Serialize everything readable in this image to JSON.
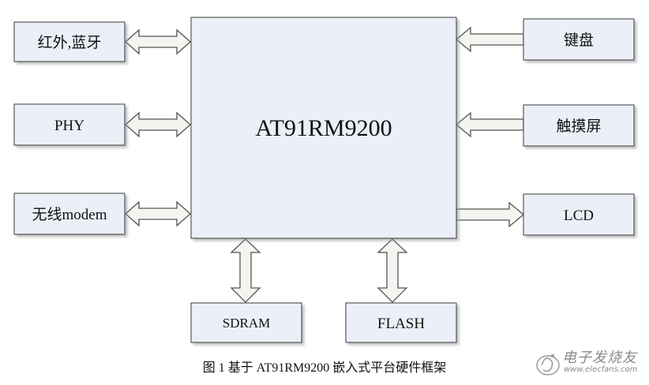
{
  "colors": {
    "box_fill": "#ebeff8",
    "box_stroke": "#3a3a3a",
    "arrow_fill": "#f4f4f0",
    "arrow_stroke": "#555555"
  },
  "diagram": {
    "cpu_label": "AT91RM9200",
    "left_blocks": {
      "ir_bluetooth": "红外,蓝牙",
      "phy": "PHY",
      "wireless_modem": "无线modem"
    },
    "right_blocks": {
      "keyboard": "键盘",
      "touchscreen": "触摸屏",
      "lcd": "LCD"
    },
    "bottom_blocks": {
      "sdram": "SDRAM",
      "flash": "FLASH"
    }
  },
  "caption": "图 1  基于 AT91RM9200 嵌入式平台硬件框架",
  "watermark": {
    "logo_icon": "hand-circle-logo-icon",
    "title": "电子发烧友",
    "url": "www.elecfans.com"
  }
}
